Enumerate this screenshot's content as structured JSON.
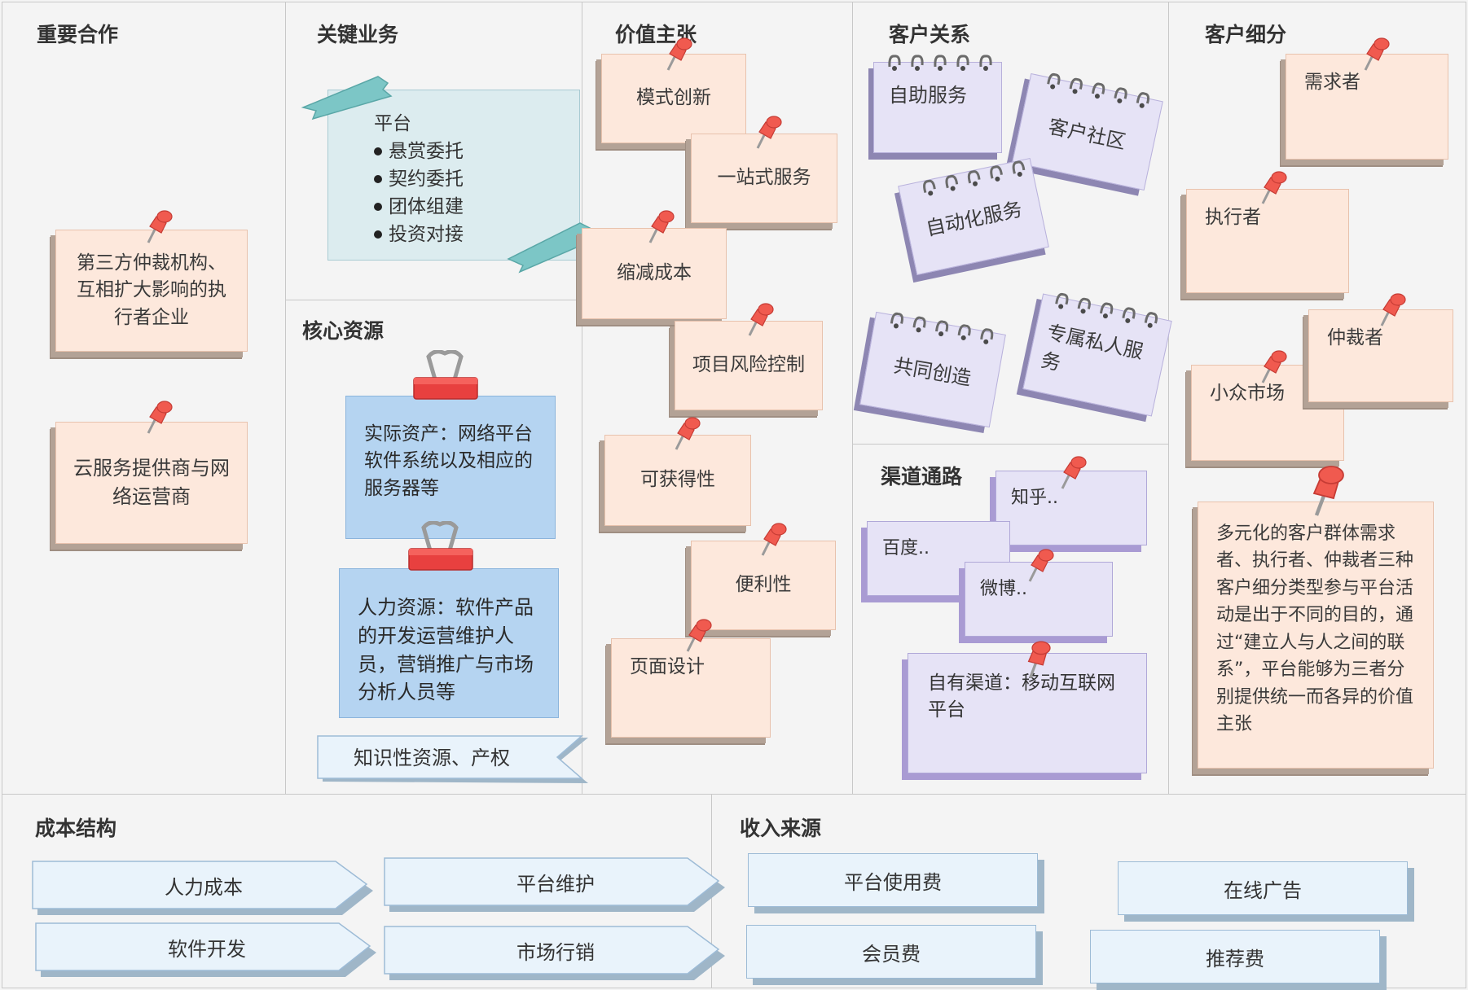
{
  "sections": {
    "partners": "重要合作",
    "activities": "关键业务",
    "resources": "核心资源",
    "value": "价值主张",
    "relationships": "客户关系",
    "channels": "渠道通路",
    "segments": "客户细分",
    "costs": "成本结构",
    "revenue": "收入来源"
  },
  "partners": {
    "note1": "第三方仲裁机构、互相扩大影响的执行者企业",
    "note2": "云服务提供商与网络运营商"
  },
  "activities": {
    "heading": "平台",
    "items": [
      "悬赏委托",
      "契约委托",
      "团体组建",
      "投资对接"
    ]
  },
  "resources": {
    "card1": "实际资产：网络平台软件系统以及相应的服务器等",
    "card2": "人力资源：软件产品的开发运营维护人员，营销推广与市场分析人员等",
    "banner": "知识性资源、产权"
  },
  "value": {
    "items": [
      "模式创新",
      "一站式服务",
      "缩减成本",
      "项目风险控制",
      "可获得性",
      "便利性",
      "页面设计"
    ]
  },
  "relationships": {
    "items": [
      "自助服务",
      "客户社区",
      "自动化服务",
      "共同创造",
      "专属私人服务"
    ]
  },
  "channels": {
    "zhihu": "知乎..",
    "baidu": "百度..",
    "weibo": "微博..",
    "own": "自有渠道：移动互联网平台"
  },
  "segments": {
    "demander": "需求者",
    "executor": "执行者",
    "arbiter": "仲裁者",
    "niche": "小众市场",
    "summary": "多元化的客户群体需求者、执行者、仲裁者三种客户细分类型参与平台活动是出于不同的目的，通过“建立人与人之间的联系”，平台能够为三者分别提供统一而各异的价值主张"
  },
  "costs": {
    "items": [
      "人力成本",
      "平台维护",
      "软件开发",
      "市场行销"
    ]
  },
  "revenue": {
    "items": [
      "平台使用费",
      "在线广告",
      "会员费",
      "推荐费"
    ]
  },
  "colors": {
    "note": "#fde8dc",
    "lavender": "#e6e3f6",
    "blue_card": "#b5d4f1",
    "light_blue": "#e9f3fb",
    "teal_tape": "#7cc6c6",
    "pin_red": "#f05a4f"
  }
}
